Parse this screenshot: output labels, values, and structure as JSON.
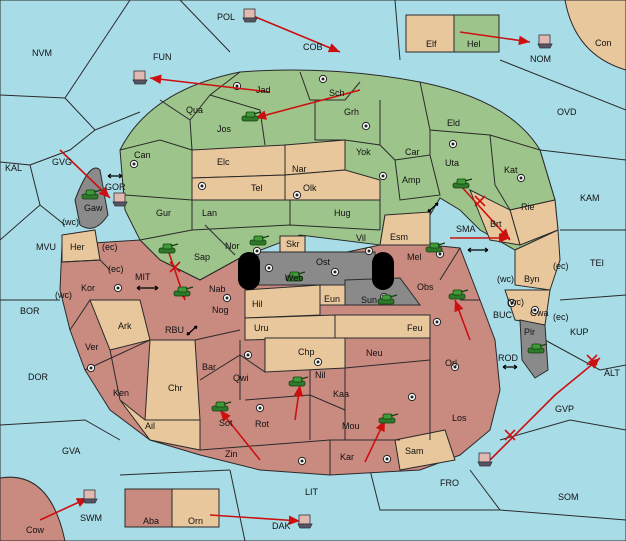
{
  "map": {
    "labels": {
      "pol": "POL",
      "cob": "COB",
      "nvm": "NVM",
      "fun": "FUN",
      "nom": "NOM",
      "con": "Con",
      "elf": "Elf",
      "hel": "Hel",
      "ovd": "OVD",
      "kal": "KAL",
      "gvg": "GVG",
      "gor": "GOR",
      "gaw": "Gaw",
      "wc1": "(wc)",
      "ec1": "(ec)",
      "mvu": "MVU",
      "her": "Her",
      "kor": "Kor",
      "wc2": "(wc)",
      "ec2": "(ec)",
      "mit": "MIT",
      "bor": "BOR",
      "ark": "Ark",
      "ver": "Ver",
      "rbu": "RBU",
      "dor": "DOR",
      "ken": "Ken",
      "chr": "Chr",
      "ail": "Ail",
      "gva": "GVA",
      "cow": "Cow",
      "swm": "SWM",
      "aba": "Aba",
      "orn": "Orn",
      "dak": "DAK",
      "lit": "LIT",
      "jad": "Jad",
      "sch": "Sch",
      "qua": "Qua",
      "jos": "Jos",
      "grh": "Grh",
      "eld": "Eld",
      "can": "Can",
      "elc": "Elc",
      "nar": "Nar",
      "yok": "Yok",
      "car": "Car",
      "uta": "Uta",
      "kat": "Kat",
      "tel": "Tel",
      "olk": "Olk",
      "amp": "Amp",
      "gur": "Gur",
      "lan": "Lan",
      "hug": "Hug",
      "rie": "Rie",
      "brt": "Brt",
      "kam": "KAM",
      "nor": "Nor",
      "skr": "Skr",
      "vil": "Vil",
      "esm": "Esm",
      "sma": "SMA",
      "sap": "Sap",
      "web": "Web",
      "ost": "Ost",
      "mel": "Mel",
      "nab": "Nab",
      "hil": "Hil",
      "eun": "Eun",
      "sun": "Sun",
      "obs": "Obs",
      "wc3": "(wc)",
      "byn": "Byn",
      "ec3": "(ec)",
      "tei": "TEI",
      "nog": "Nog",
      "uru": "Uru",
      "feu": "Feu",
      "wc4": "(wc)",
      "gwa": "Gwa",
      "ec4": "(ec)",
      "buc": "BUC",
      "pir": "Pir",
      "kup": "KUP",
      "chp": "Chp",
      "neu": "Neu",
      "bar": "Bar",
      "qwi": "Qwi",
      "orl": "Orl",
      "rod": "ROD",
      "alt": "ALT",
      "nil": "Nil",
      "kaa": "Kaa",
      "gvp": "GVP",
      "sot": "Sot",
      "rot": "Rot",
      "los": "Los",
      "mou": "Mou",
      "zin": "Zin",
      "kar": "Kar",
      "sam": "Sam",
      "fro": "FRO",
      "som": "SOM"
    }
  },
  "colors": {
    "sea": "#a8dde8",
    "northern_land": "#9dc48a",
    "neutral_land": "#e8c79c",
    "southern_land": "#c98a80",
    "impassable": "#8a8a8a",
    "orders": "#cc1010"
  },
  "icons": {
    "army": "green-tank-icon",
    "fleet": "ship-icon",
    "supply_center": "supply-center-dot-icon",
    "convoy_link": "double-arrow-icon"
  }
}
